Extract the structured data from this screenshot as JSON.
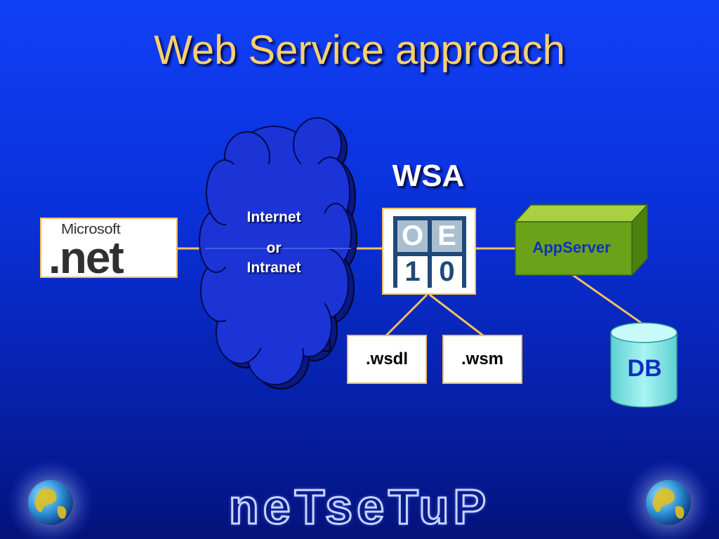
{
  "title": "Web Service approach",
  "wsa_label": "WSA",
  "cloud": {
    "line1": "Internet",
    "line2": "or",
    "line3": "Intranet"
  },
  "net_logo": {
    "small": "Microsoft",
    "big": ".net"
  },
  "oe_logo": {
    "cells": [
      "O",
      "E",
      "1",
      "0"
    ]
  },
  "files": {
    "wsdl": ".wsdl",
    "wsm": ".wsm"
  },
  "appserver": "AppServer",
  "db": "DB",
  "brand": "neTseTuP",
  "colors": {
    "title": "#f8d070",
    "connector": "#f0c060",
    "appserver_green": "#6aa21a",
    "db_cyan": "#80e0e0",
    "cloud_blue": "#1c34d6"
  }
}
